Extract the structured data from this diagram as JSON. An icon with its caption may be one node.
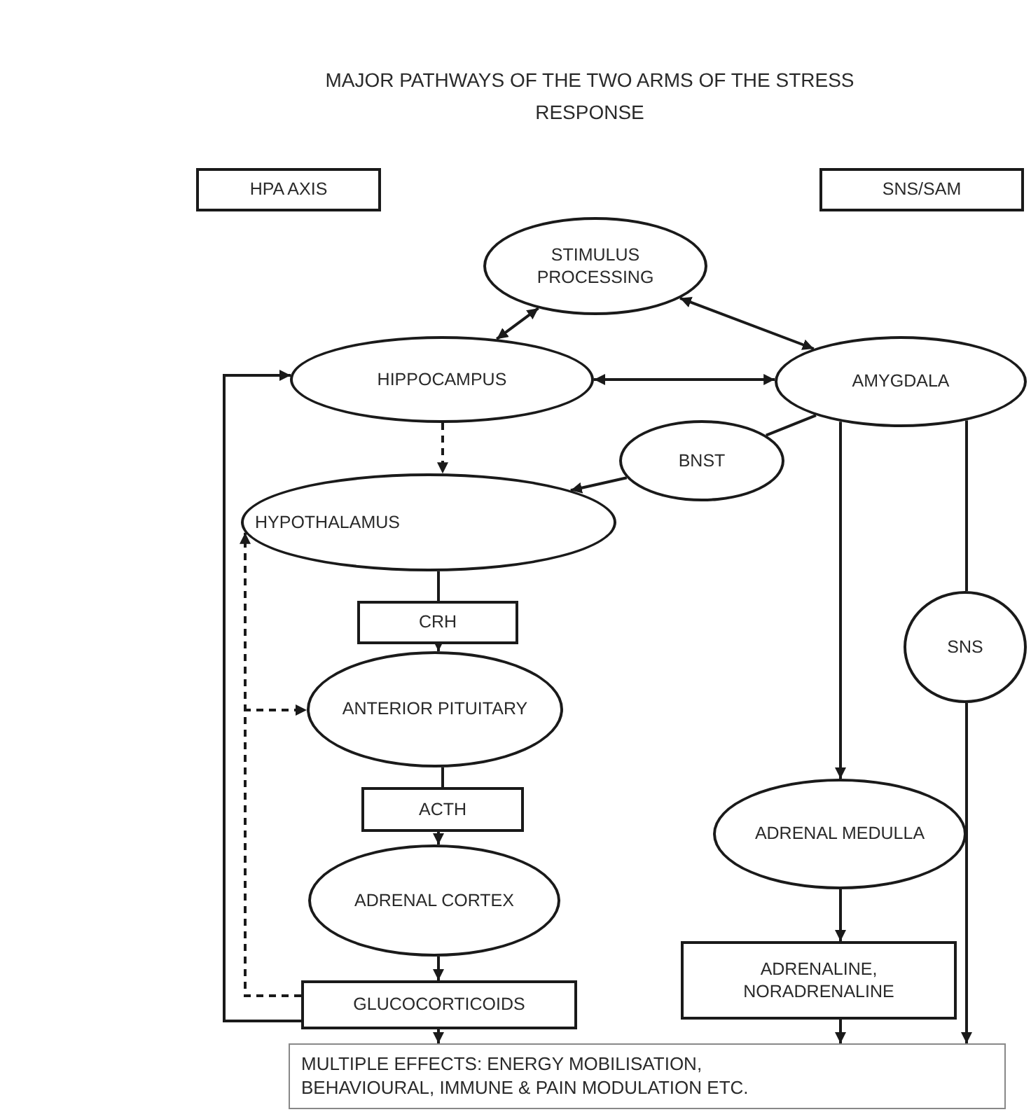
{
  "diagram": {
    "title": "MAJOR PATHWAYS OF THE TWO ARMS OF THE STRESS RESPONSE",
    "nodes": [
      {
        "text": [
          "HPA AXIS"
        ]
      },
      {
        "text": [
          "SNS/SAM"
        ]
      },
      {
        "text": [
          "STIMULUS PROCESSING"
        ]
      },
      {
        "text": [
          "HIPPOCAMPUS"
        ]
      },
      {
        "text": [
          "AMYGDALA"
        ]
      },
      {
        "text": [
          "BNST"
        ]
      },
      {
        "text": [
          "HYPOTHALAMUS"
        ]
      },
      {
        "text": [
          "CRH"
        ]
      },
      {
        "text": [
          "SNS"
        ]
      },
      {
        "text": [
          "ANTERIOR PITUITARY"
        ]
      },
      {
        "text": [
          "ADRENAL MEDULLA"
        ]
      },
      {
        "text": [
          "ACTH"
        ]
      },
      {
        "text": [
          "ADRENAL CORTEX"
        ]
      },
      {
        "text": [
          "ADRENALINE, NORADRENALINE"
        ]
      },
      {
        "text": [
          "GLUCOCORTICOIDS"
        ]
      },
      {
        "text": [
          "MULTIPLE EFFECTS: ENERGY MOBILISATION, BEHAVIOURAL, IMMUNE & PAIN MODULATION ETC."
        ]
      }
    ],
    "edges": [
      {
        "from": 2,
        "to": 3,
        "arrow": "both"
      },
      {
        "from": 2,
        "to": 4,
        "arrow": "both"
      },
      {
        "from": 3,
        "to": 4,
        "arrow": "both"
      },
      {
        "from": 3,
        "to": 6,
        "arrow": "to",
        "style": "dashed"
      },
      {
        "from": 4,
        "to": 5,
        "arrow": "none"
      },
      {
        "from": 5,
        "to": 6,
        "arrow": "to"
      },
      {
        "from": 6,
        "to": 7,
        "arrow": "none"
      },
      {
        "from": 7,
        "to": 9,
        "arrow": "to"
      },
      {
        "from": 9,
        "to": 11,
        "arrow": "none"
      },
      {
        "from": 11,
        "to": 12,
        "arrow": "to"
      },
      {
        "from": 12,
        "to": 14,
        "arrow": "to"
      },
      {
        "from": 14,
        "to": 3,
        "arrow": "to"
      },
      {
        "from": 14,
        "to": 6,
        "arrow": "to",
        "style": "dashed"
      },
      {
        "from": 14,
        "to": 9,
        "arrow": "to",
        "style": "dashed"
      },
      {
        "from": 14,
        "to": 15,
        "arrow": "to"
      },
      {
        "from": 4,
        "to": 10,
        "arrow": "to"
      },
      {
        "from": 4,
        "to": 8,
        "arrow": "none"
      },
      {
        "from": 8,
        "to": 15,
        "arrow": "to"
      },
      {
        "from": 10,
        "to": 13,
        "arrow": "to"
      },
      {
        "from": 13,
        "to": 15,
        "arrow": "to"
      }
    ]
  }
}
